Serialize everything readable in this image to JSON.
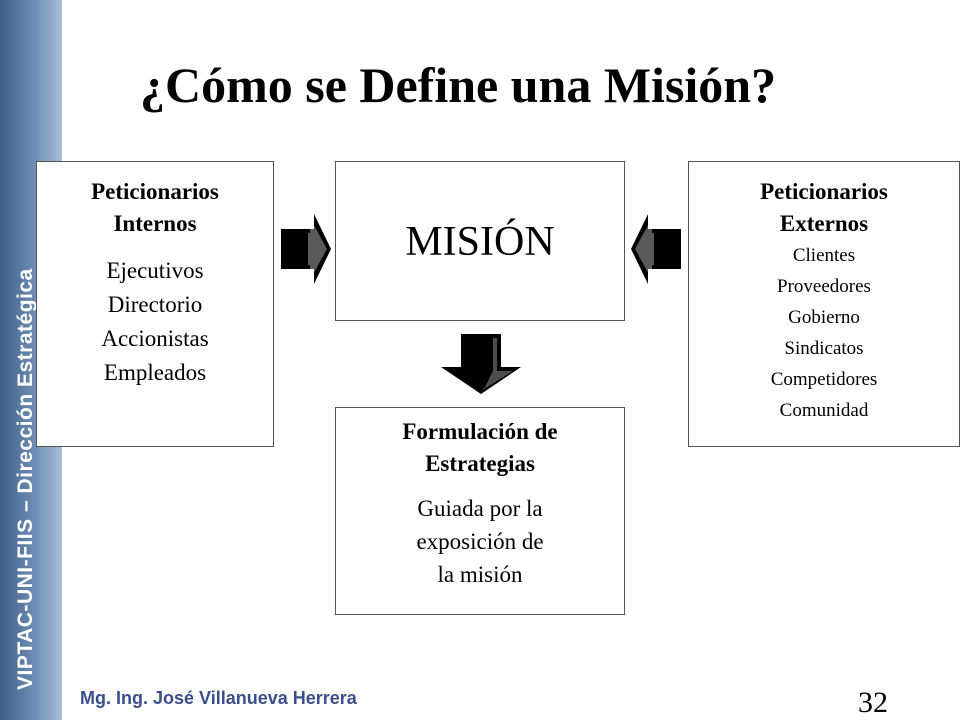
{
  "slide": {
    "title": "¿Cómo se Define una Misión?",
    "side_label": "VIPTAC-UNI-FIIS – Dirección Estratégica",
    "footer": "Mg. Ing. José Villanueva Herrera",
    "page_number": "32"
  },
  "internos": {
    "heading_line1": "Peticionarios",
    "heading_line2": "Internos",
    "items": [
      "Ejecutivos",
      "Directorio",
      "Accionistas",
      "Empleados"
    ]
  },
  "mision": {
    "label": "MISIÓN"
  },
  "externos": {
    "heading_line1": "Peticionarios",
    "heading_line2": "Externos",
    "items": [
      "Clientes",
      "Proveedores",
      "Gobierno",
      "Sindicatos",
      "Competidores",
      "Comunidad"
    ]
  },
  "formulacion": {
    "heading_line1": "Formulación de",
    "heading_line2": "Estrategias",
    "text_line1": "Guiada por la",
    "text_line2": "exposición de",
    "text_line3": "la misión"
  }
}
